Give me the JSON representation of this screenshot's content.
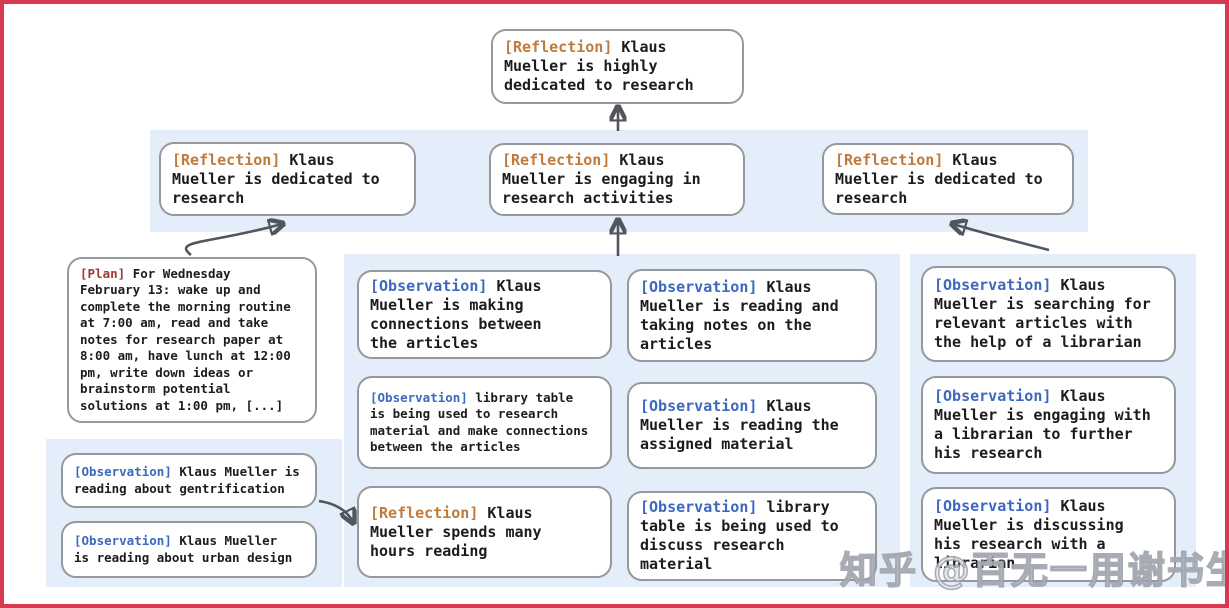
{
  "colors": {
    "frame_red": "#d63a4e",
    "cluster_band_blue": "#e4eefa",
    "node_border_gray": "#97989b",
    "reflection_tag": "#bf7a3c",
    "plan_tag": "#9e3a31",
    "observation_tag": "#3c68c0",
    "arrow_gray": "#52565c",
    "body_text": "#1c1c1e"
  },
  "watermark": "知乎 @百无一用谢书生",
  "nodes": {
    "top": {
      "tag": "[Reflection]",
      "text": "Klaus\nMueller is highly\ndedicated to research"
    },
    "ref_left": {
      "tag": "[Reflection]",
      "text": "Klaus\nMueller is dedicated to\nresearch"
    },
    "ref_mid": {
      "tag": "[Reflection]",
      "text": "Klaus\nMueller is engaging in\nresearch activities"
    },
    "ref_right": {
      "tag": "[Reflection]",
      "text": "Klaus\nMueller is dedicated to\nresearch"
    },
    "plan": {
      "tag": "[Plan]",
      "text": "For Wednesday\nFebruary 13: wake up and\ncomplete the morning routine\nat 7:00 am, read and take\nnotes for research paper at\n8:00 am, have lunch at 12:00\npm, write down ideas or\nbrainstorm potential\nsolutions at 1:00 pm, [...]"
    },
    "obs_gentrification": {
      "tag": "[Observation]",
      "text": "Klaus Mueller is\nreading about gentrification"
    },
    "obs_urban": {
      "tag": "[Observation]",
      "text": "Klaus Mueller\nis reading about urban design"
    },
    "obs_connections": {
      "tag": "[Observation]",
      "text": "Klaus\nMueller is making\nconnections between\nthe articles"
    },
    "obs_library_research": {
      "tag": "[Observation]",
      "text": "library table\nis being used to research\nmaterial and make connections\nbetween the articles"
    },
    "ref_hours": {
      "tag": "[Reflection]",
      "text": "Klaus\nMueller spends many\nhours reading"
    },
    "obs_notes": {
      "tag": "[Observation]",
      "text": "Klaus\nMueller is reading and\ntaking notes on the\narticles"
    },
    "obs_assigned": {
      "tag": "[Observation]",
      "text": "Klaus\nMueller is reading the\nassigned material"
    },
    "obs_library_discuss": {
      "tag": "[Observation]",
      "text": "library\ntable is being used to\ndiscuss research material"
    },
    "obs_searching": {
      "tag": "[Observation]",
      "text": "Klaus\nMueller is searching for\nrelevant articles with\nthe help of a librarian"
    },
    "obs_engaging": {
      "tag": "[Observation]",
      "text": "Klaus\nMueller is engaging with\na librarian to further\nhis research"
    },
    "obs_discussing": {
      "tag": "[Observation]",
      "text": "Klaus\nMueller is discussing\nhis research with a\nlibrarian"
    }
  },
  "edges": [
    {
      "from": "reflections-row",
      "to": "top"
    },
    {
      "from": "plan",
      "to": "ref_left"
    },
    {
      "from": "middle-observation-cluster",
      "to": "ref_mid"
    },
    {
      "from": "right-observation-cluster",
      "to": "ref_right"
    },
    {
      "from": "left-observation-cluster",
      "to": "ref_hours"
    }
  ]
}
